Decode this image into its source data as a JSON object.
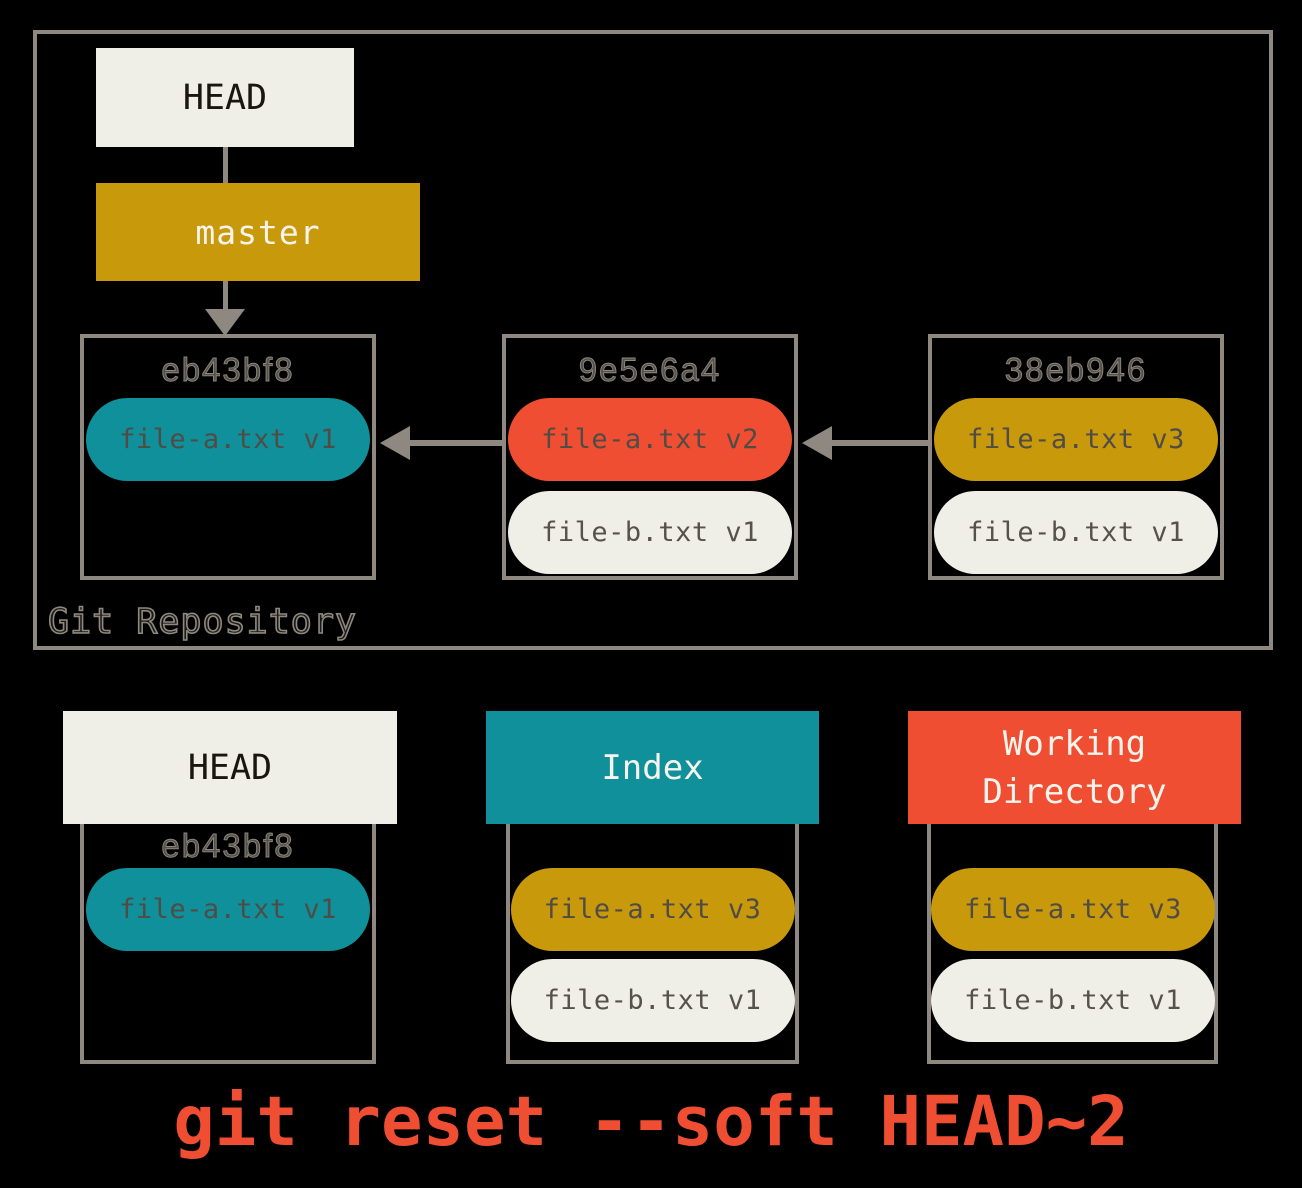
{
  "colors": {
    "background": "#000000",
    "border_gray": "#8e8880",
    "offwhite": "#f0efe7",
    "gold": "#c8990b",
    "teal": "#0f909a",
    "red": "#f04e32",
    "pill_text": "#504c45",
    "command_text": "#f04e32"
  },
  "repository": {
    "label": "Git Repository",
    "head_label": "HEAD",
    "branch_label": "master",
    "commits": [
      {
        "hash": "eb43bf8",
        "files": [
          {
            "label": "file-a.txt v1",
            "color": "#0f909a"
          }
        ]
      },
      {
        "hash": "9e5e6a4",
        "files": [
          {
            "label": "file-a.txt v2",
            "color": "#f04e32"
          },
          {
            "label": "file-b.txt v1",
            "color": "#f0efe7"
          }
        ]
      },
      {
        "hash": "38eb946",
        "files": [
          {
            "label": "file-a.txt v3",
            "color": "#c8990b"
          },
          {
            "label": "file-b.txt v1",
            "color": "#f0efe7"
          }
        ]
      }
    ]
  },
  "areas": [
    {
      "title": "HEAD",
      "hash": "eb43bf8",
      "files": [
        {
          "label": "file-a.txt v1",
          "color": "#0f909a"
        }
      ]
    },
    {
      "title": "Index",
      "files": [
        {
          "label": "file-a.txt v3",
          "color": "#c8990b"
        },
        {
          "label": "file-b.txt v1",
          "color": "#f0efe7"
        }
      ]
    },
    {
      "title": "Working Directory",
      "files": [
        {
          "label": "file-a.txt v3",
          "color": "#c8990b"
        },
        {
          "label": "file-b.txt v1",
          "color": "#f0efe7"
        }
      ]
    }
  ],
  "command": "git reset --soft HEAD~2"
}
